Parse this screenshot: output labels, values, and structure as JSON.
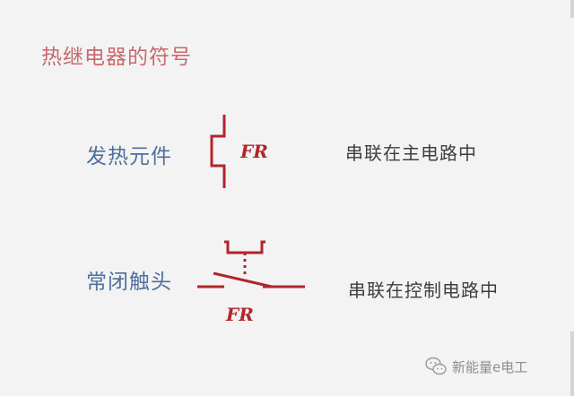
{
  "title": "热继电器的符号",
  "rows": [
    {
      "label": "发热元件",
      "symbol_text": "FR",
      "description": "串联在主电路中"
    },
    {
      "label": "常闭触头",
      "symbol_text": "FR",
      "description": "串联在控制电路中"
    }
  ],
  "watermark": {
    "text": "新能量e电工",
    "icon": "wechat-icon"
  },
  "colors": {
    "title": "#c9686c",
    "label": "#4f6f9f",
    "symbol": "#b3242b",
    "text": "#3e3e3e"
  }
}
